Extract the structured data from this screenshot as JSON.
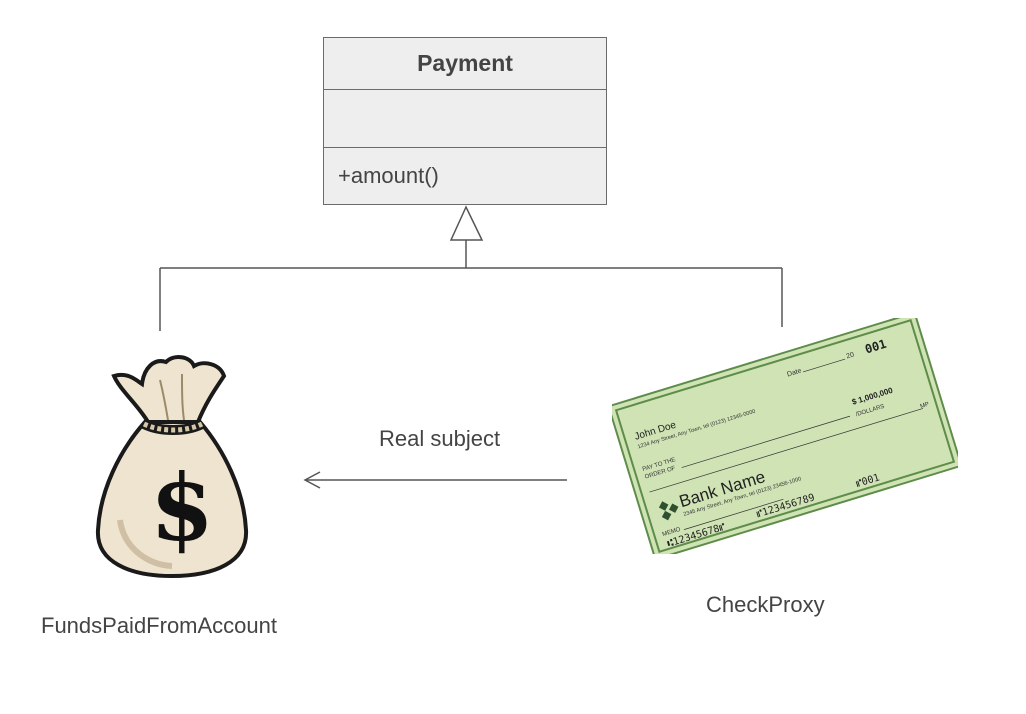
{
  "class_box": {
    "name": "Payment",
    "operation": "+amount()"
  },
  "association_label": "Real subject",
  "real_subject_label": "FundsPaidFromAccount",
  "proxy_label": "CheckProxy",
  "money_bag": {
    "symbol": "$",
    "icon": "money-bag-icon"
  },
  "check": {
    "icon": "check-icon",
    "date_label": "Date",
    "year_prefix": "20",
    "check_number": "001",
    "payer_name": "John Doe",
    "payer_address": "1234 Any Street, Any Town, tel (0123) 12345-0000",
    "pay_to_line1": "PAY TO THE",
    "pay_to_line2": "ORDER OF",
    "amount": "$ 1,000,000",
    "dollars_label": "/DOLLARS",
    "bank_name": "Bank Name",
    "bank_address": "2345 Any Street, Any Town, tel (0123) 23456-1000",
    "memo_label": "MEMO",
    "mp_label": "MP",
    "micr_routing": "⑆12345678⑈",
    "micr_account": "⑈123456789",
    "micr_number": "⑈001"
  },
  "colors": {
    "line": "#555555",
    "box_fill": "#eeeeee",
    "check_green": "#cfe3b5",
    "check_border": "#5e8c49",
    "bag_fill": "#efe4cf"
  }
}
